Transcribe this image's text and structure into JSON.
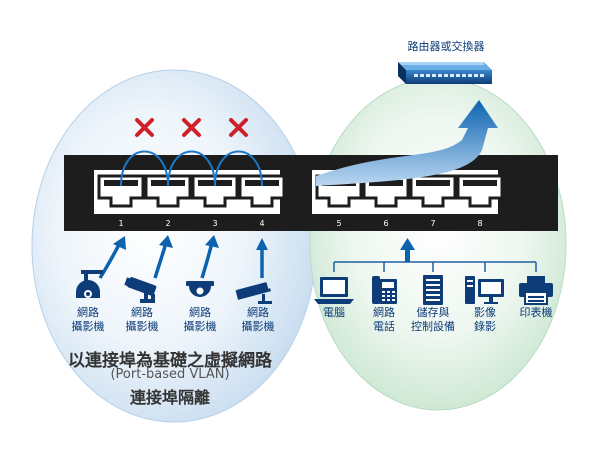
{
  "router_label": "路由器或交換器",
  "ports": [
    "1",
    "2",
    "3",
    "4",
    "5",
    "6",
    "7",
    "8"
  ],
  "left_devices": [
    {
      "icon": "ptz-camera-icon",
      "label": "網路\n攝影機"
    },
    {
      "icon": "bullet-camera-icon",
      "label": "網路\n攝影機"
    },
    {
      "icon": "dome-camera-icon",
      "label": "網路\n攝影機"
    },
    {
      "icon": "box-camera-icon",
      "label": "網路\n攝影機"
    }
  ],
  "right_devices": [
    {
      "icon": "laptop-icon",
      "label": "電腦"
    },
    {
      "icon": "ip-phone-icon",
      "label": "網路\n電話"
    },
    {
      "icon": "storage-icon",
      "label": "儲存與\n控制設備"
    },
    {
      "icon": "video-recorder-icon",
      "label": "影像\n錄影"
    },
    {
      "icon": "printer-icon",
      "label": "印表機"
    }
  ],
  "caption": {
    "title": "以連接埠為基礎之虛擬網路",
    "subtitle": "(Port-based VLAN)",
    "isolation": "連接埠隔離"
  },
  "colors": {
    "left_group": "#dbe9f6",
    "right_group": "#dcefe1",
    "switch_body": "#1d1d1d",
    "accent_blue": "#0b6bb8",
    "block_red": "#d0202a",
    "icon_navy": "#0d3c78"
  }
}
